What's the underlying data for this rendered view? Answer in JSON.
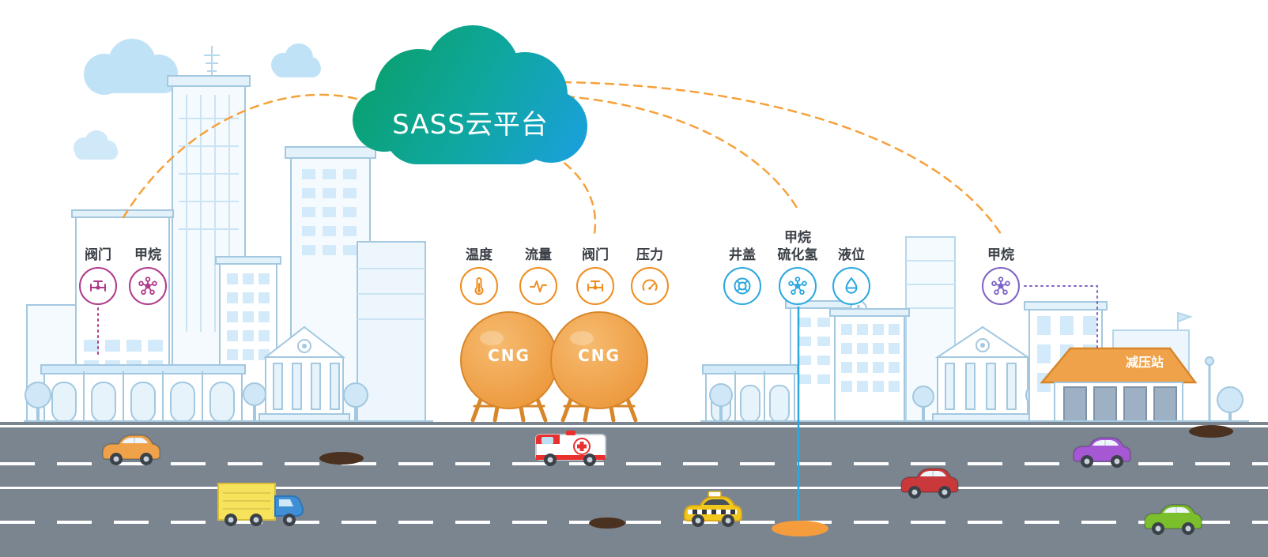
{
  "cloud": {
    "title": "SASS云平台"
  },
  "sensor_groups": [
    {
      "accent": "#b03a8c",
      "items": [
        {
          "label": "阀门",
          "icon": "valve-icon"
        },
        {
          "label": "甲烷",
          "icon": "methane-icon"
        }
      ]
    },
    {
      "accent": "#ef8d1f",
      "items": [
        {
          "label": "温度",
          "icon": "thermometer-icon"
        },
        {
          "label": "流量",
          "icon": "flow-icon"
        },
        {
          "label": "阀门",
          "icon": "valve-icon"
        },
        {
          "label": "压力",
          "icon": "pressure-gauge-icon"
        }
      ]
    },
    {
      "accent": "#2ba8e0",
      "items": [
        {
          "label": "井盖",
          "icon": "manhole-icon"
        },
        {
          "label": "甲烷\n硫化氢",
          "icon": "methane-icon"
        },
        {
          "label": "液位",
          "icon": "liquid-level-icon"
        }
      ]
    },
    {
      "accent": "#7e63c5",
      "items": [
        {
          "label": "甲烷",
          "icon": "methane-icon"
        }
      ]
    }
  ],
  "tanks": {
    "label": "CNG"
  },
  "station": {
    "label": "减压站"
  },
  "colors": {
    "cloud_gradient_start": "#0aa06e",
    "cloud_gradient_end": "#1aa0dc",
    "arc_orange": "#f6a13b",
    "tank_orange": "#f2a34b",
    "road_gray": "#7b858f",
    "skyline_blue": "#a3c8e0"
  },
  "scene_objects": {
    "vehicles": [
      "orange-car",
      "delivery-truck",
      "ambulance",
      "taxi",
      "red-car",
      "purple-car",
      "green-car"
    ]
  }
}
